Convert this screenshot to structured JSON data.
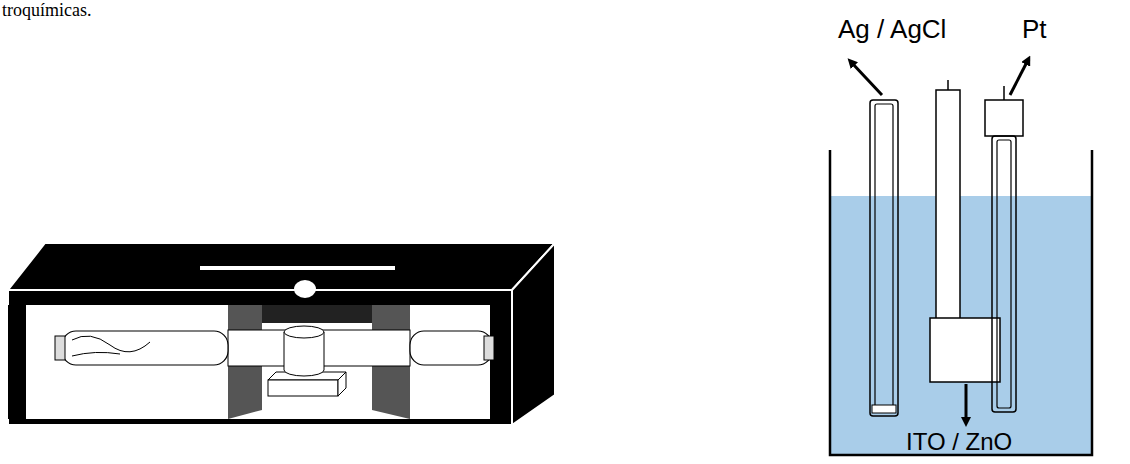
{
  "diagram": {
    "labels": [
      "troquímicas.",
      "Ag / AgCl",
      "Pt",
      "ITO / ZnO"
    ]
  }
}
